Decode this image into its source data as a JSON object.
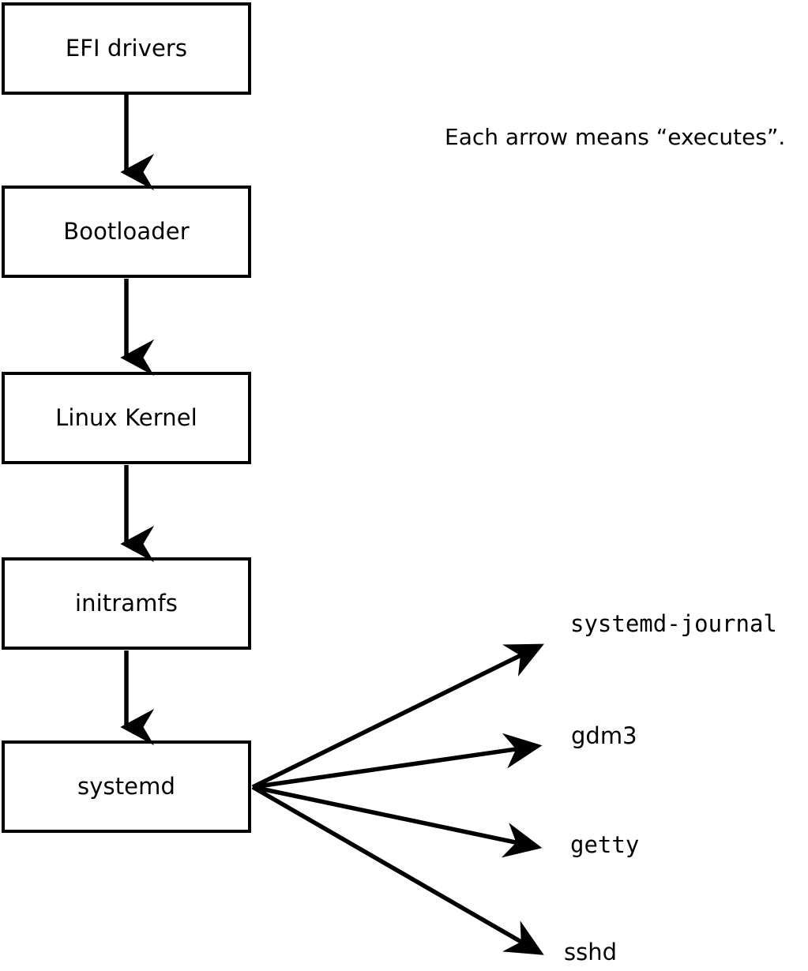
{
  "diagram": {
    "title": "Linux boot process",
    "caption": "Each arrow means “executes”.",
    "background_color": "#ffffff",
    "stroke_color": "#000000",
    "boot_chain": [
      {
        "id": "efi-drivers",
        "label": "EFI drivers"
      },
      {
        "id": "bootloader",
        "label": "Bootloader"
      },
      {
        "id": "linux-kernel",
        "label": "Linux Kernel"
      },
      {
        "id": "initramfs",
        "label": "initramfs"
      },
      {
        "id": "systemd",
        "label": "systemd"
      }
    ],
    "chain_arrow_labels": [
      "EFI drivers executes Bootloader",
      "Bootloader executes Linux Kernel",
      "Linux Kernel executes initramfs",
      "initramfs executes systemd"
    ],
    "services": [
      {
        "id": "systemd-journal",
        "label": "systemd-journal",
        "font": "mono"
      },
      {
        "id": "gdm3",
        "label": "gdm3",
        "font": "sans"
      },
      {
        "id": "getty",
        "label": "getty",
        "font": "mono"
      },
      {
        "id": "sshd",
        "label": "sshd",
        "font": "sans"
      }
    ],
    "service_arrow_labels": [
      "systemd executes systemd-journal",
      "systemd executes gdm3",
      "systemd executes getty",
      "systemd executes sshd"
    ]
  }
}
